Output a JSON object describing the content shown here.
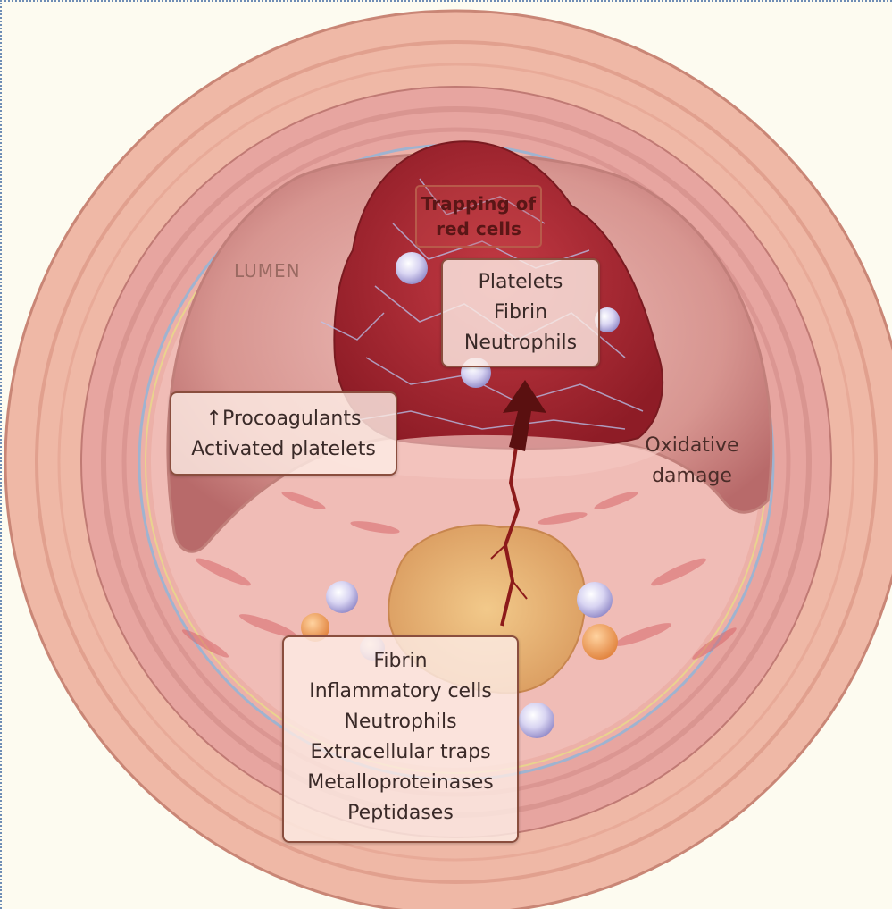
{
  "figure": {
    "lumen_label": "LUMEN",
    "trapping_label": [
      "Trapping of",
      "red cells"
    ],
    "thrombus_box": [
      "Platelets",
      "Fibrin",
      "Neutrophils"
    ],
    "procoagulant_box": [
      "↑Procoagulants",
      "Activated platelets"
    ],
    "oxidative_label": [
      "Oxidative",
      "damage"
    ],
    "plaque_box": [
      "Fibrin",
      "Inflammatory cells",
      "Neutrophils",
      "Extracellular traps",
      "Metalloproteinases",
      "Peptidases"
    ]
  },
  "colors": {
    "outer_wall": "#e8a79a",
    "lumen": "#c98080",
    "thrombus": "#b02a35",
    "core": "#e2b070",
    "box_border": "#8a4e3e",
    "arrow": "#5a1010"
  }
}
